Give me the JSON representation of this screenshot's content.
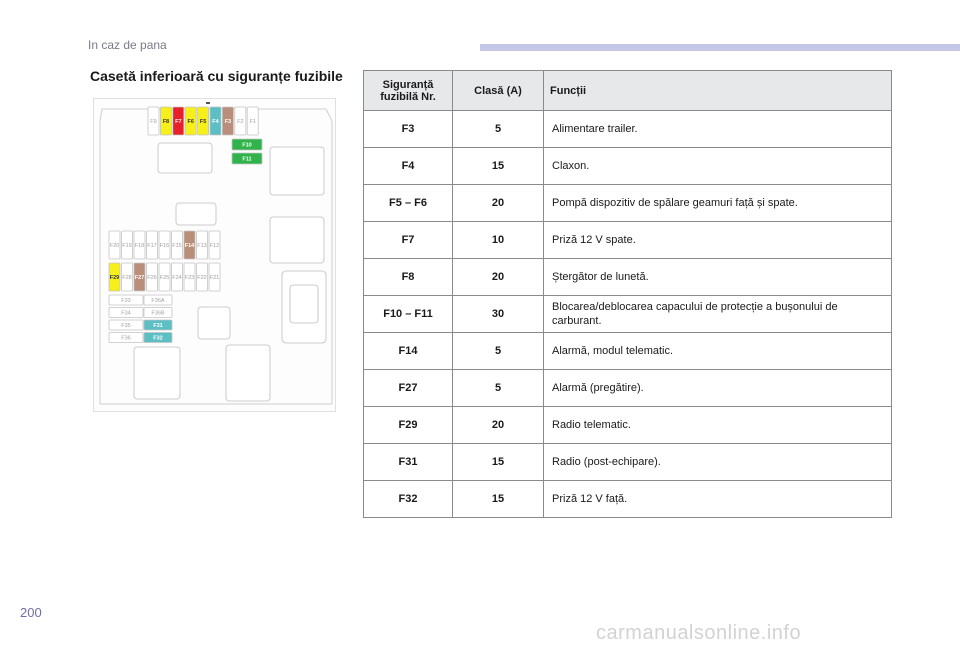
{
  "header": {
    "section": "In caz de pana"
  },
  "title": "Casetă inferioară cu siguranțe fuzibile",
  "diagram": {
    "top_row": [
      "F9",
      "F8",
      "F7",
      "F6",
      "F5",
      "F4",
      "F3",
      "F2",
      "F1"
    ],
    "right_pair": [
      "F10",
      "F11"
    ],
    "middle_row": [
      "F20",
      "F19",
      "F18",
      "F17",
      "F16",
      "F15",
      "F14",
      "F13",
      "F12"
    ],
    "lower_row": [
      "F29",
      "F28",
      "F27",
      "F26",
      "F25",
      "F24",
      "F23",
      "F22",
      "F21"
    ],
    "bottom_left": [
      [
        "F33",
        "F36A"
      ],
      [
        "F34",
        "F36B"
      ],
      [
        "F35",
        "F31"
      ],
      [
        "F36",
        "F32"
      ]
    ],
    "colors": {
      "yellow": "#f7ef1a",
      "red": "#e8202a",
      "teal": "#5bbfc4",
      "brown": "#b98f7b",
      "green": "#2fb34a"
    }
  },
  "table": {
    "headers": [
      "Siguranță fuzibilă Nr.",
      "Clasă (A)",
      "Funcții"
    ],
    "rows": [
      [
        "F3",
        "5",
        "Alimentare trailer."
      ],
      [
        "F4",
        "15",
        "Claxon."
      ],
      [
        "F5 – F6",
        "20",
        "Pompă dispozitiv de spălare geamuri față și spate."
      ],
      [
        "F7",
        "10",
        "Priză 12 V spate."
      ],
      [
        "F8",
        "20",
        "Ștergător de lunetă."
      ],
      [
        "F10 – F11",
        "30",
        "Blocarea/deblocarea capacului de protecție a bușonului de carburant."
      ],
      [
        "F14",
        "5",
        "Alarmă, modul telematic."
      ],
      [
        "F27",
        "5",
        "Alarmă (pregătire)."
      ],
      [
        "F29",
        "20",
        "Radio telematic."
      ],
      [
        "F31",
        "15",
        "Radio (post-echipare)."
      ],
      [
        "F32",
        "15",
        "Priză 12 V față."
      ]
    ]
  },
  "page_number": "200",
  "watermark": "carmanualsonline.info"
}
